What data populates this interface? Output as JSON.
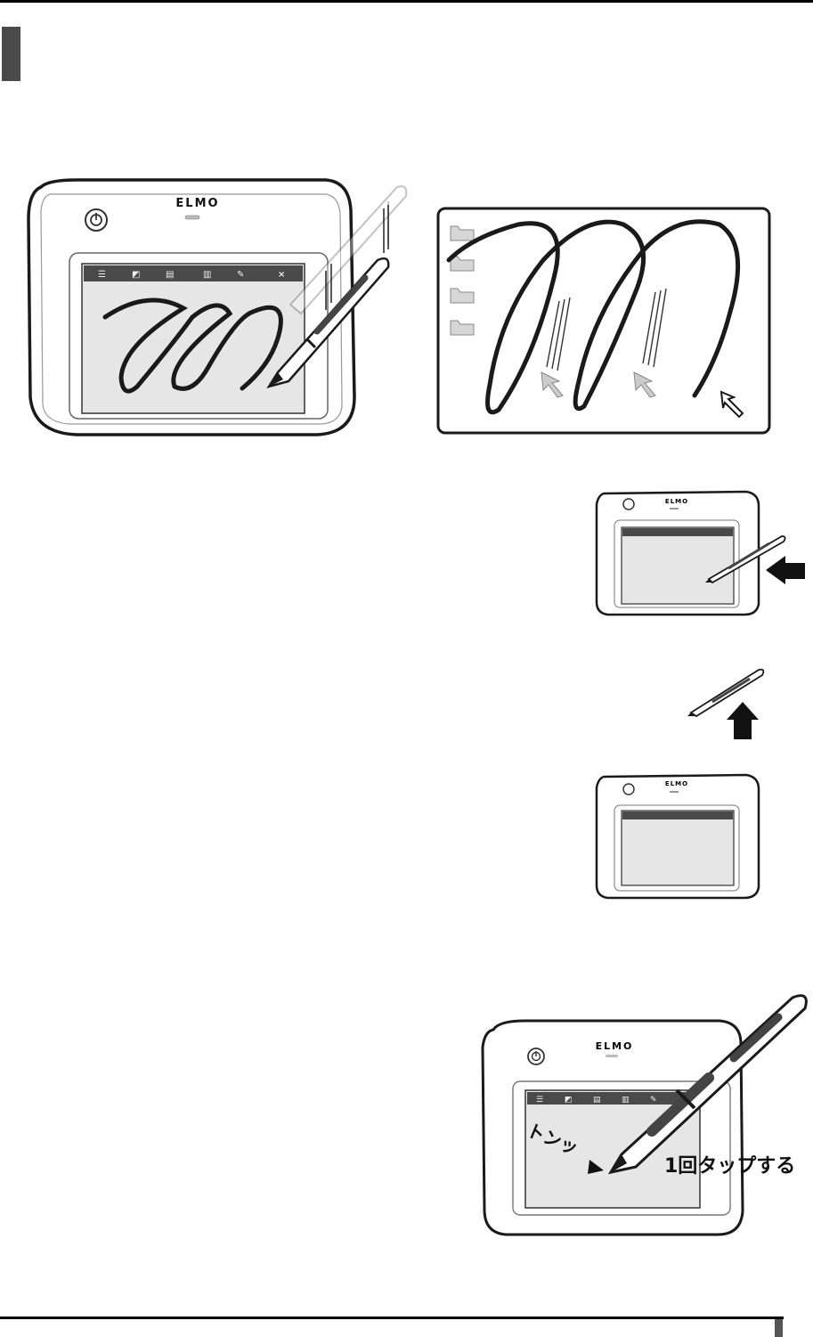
{
  "brand": "ELMO",
  "tap_sound": "トンッ",
  "tap_caption": "1回タップする",
  "colors": {
    "ink": "#1a1a1a",
    "screen": "#e6e6e6",
    "toolbar": "#4a4a4a",
    "tab": "#4a4a4a"
  }
}
